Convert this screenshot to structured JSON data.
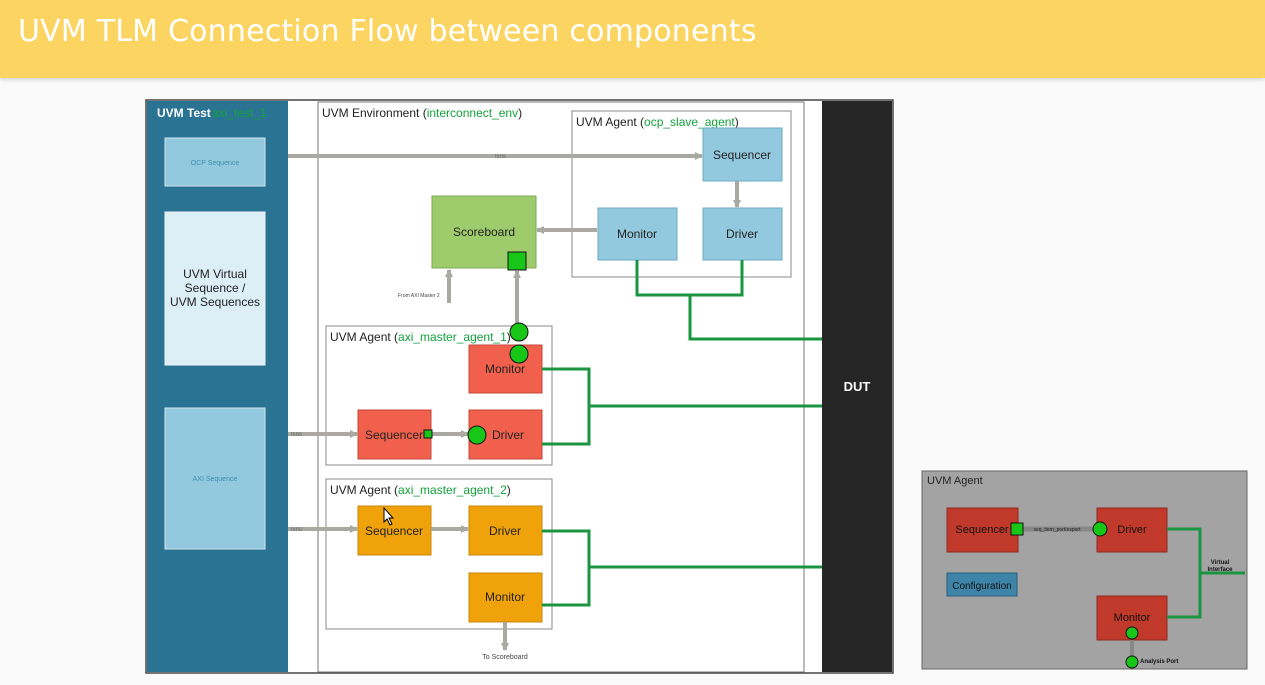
{
  "header": {
    "title": "UVM TLM Connection Flow between components"
  },
  "test": {
    "label": "UVM Test",
    "name": "axi_test_1"
  },
  "env": {
    "label": "UVM Environment (",
    "name": "interconnect_env",
    "close": ")"
  },
  "slave_agent": {
    "label": "UVM Agent (",
    "name": "ocp_slave_agent",
    "close": ")",
    "sequencer": "Sequencer",
    "monitor": "Monitor",
    "driver": "Driver"
  },
  "sequences": {
    "ocp": "OCP Sequence",
    "virtual": [
      "UVM Virtual",
      "Sequence /",
      "UVM Sequences"
    ],
    "axi": "AXI Sequence"
  },
  "scoreboard": {
    "label": "Scoreboard",
    "from_master2": "From AXI Master 2"
  },
  "master1": {
    "label": "UVM Agent (",
    "name": "axi_master_agent_1",
    "close": ")",
    "monitor": "Monitor",
    "sequencer": "Sequencer",
    "driver": "Driver"
  },
  "master2": {
    "label": "UVM Agent (",
    "name": "axi_master_agent_2",
    "close": ")",
    "sequencer": "Sequencer",
    "driver": "Driver",
    "monitor": "Monitor",
    "to_scoreboard": "To Scoreboard"
  },
  "arrows": {
    "txns": "txns"
  },
  "dut": {
    "label": "DUT"
  },
  "inset": {
    "title": "UVM Agent",
    "sequencer": "Sequencer",
    "port_label": "seq_item_port/export",
    "driver": "Driver",
    "configuration": "Configuration",
    "monitor": "Monitor",
    "virtual_interface": [
      "Virtual",
      "Interface"
    ],
    "analysis_port": "Analysis Port"
  },
  "colors": {
    "header": "#fcd462",
    "test_bg": "#2b7393",
    "blue_box": "#93c9de",
    "green_box": "#9ecb6b",
    "red_box": "#f0604c",
    "orange_box": "#f0a20a",
    "dut": "#262626",
    "wire": "#1a9440",
    "port": "#17c617",
    "name_green": "#13a13c"
  }
}
